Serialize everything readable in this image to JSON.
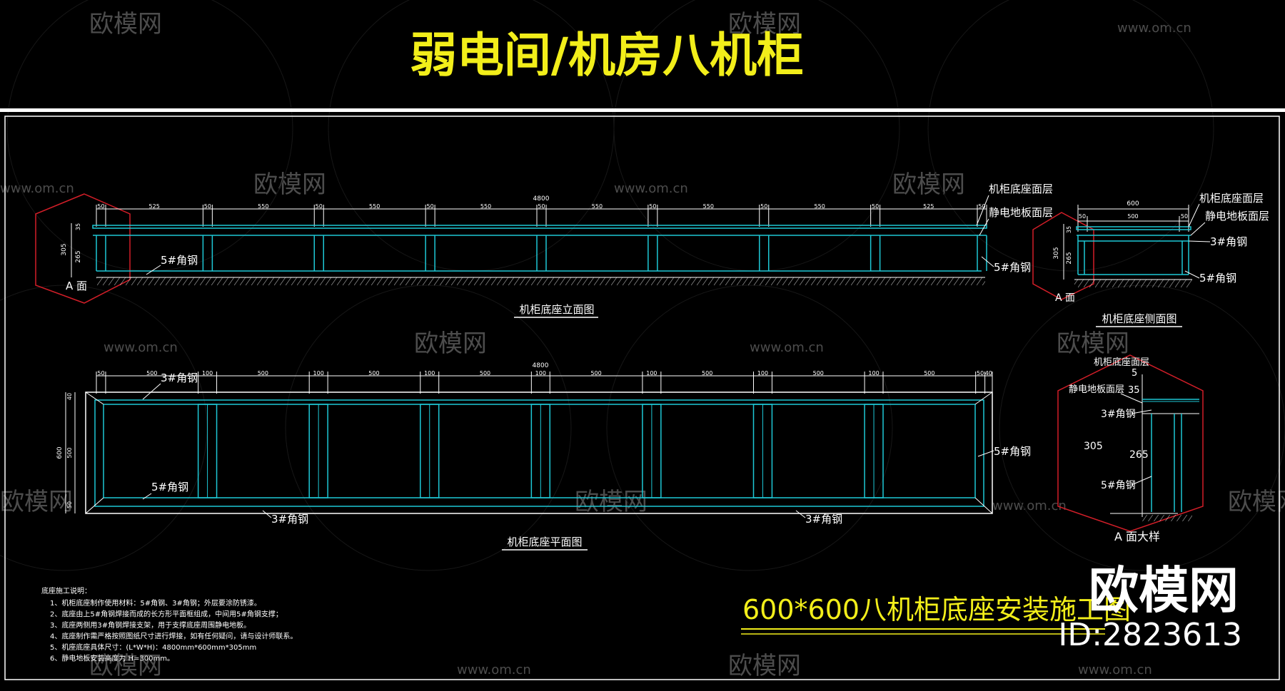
{
  "title": "弱电间/机房八机柜",
  "subtitle": "600*600八机柜底座安装施工图",
  "brand": {
    "logo_text": "欧模网",
    "id_text": "ID:2823613"
  },
  "watermark": {
    "text": "欧模网",
    "url": "www.om.cn"
  },
  "colors": {
    "frame": "#1ec8d6",
    "text": "#ffffff",
    "title": "#f2ee1a",
    "hatch": "#ffffff",
    "red": "#d21e28"
  },
  "elevation": {
    "caption": "机柜底座立面图",
    "total_dim": "4800",
    "segment_dims": [
      "50",
      "525",
      "50",
      "550",
      "50",
      "550",
      "50",
      "550",
      "50",
      "550",
      "50",
      "550",
      "50",
      "550",
      "50",
      "525",
      "50"
    ],
    "left_dims": [
      "305",
      "35",
      "265"
    ],
    "labels": {
      "top_layer": "机柜底座面层",
      "floor_layer": "静电地板面层",
      "steel5_left": "5#角钢",
      "steel5_right": "5#角钢",
      "a_mark": "A 面"
    }
  },
  "side": {
    "caption": "机柜底座侧面图",
    "total_dim": "600",
    "segment_dims": [
      "50",
      "500",
      "50"
    ],
    "left_dims": [
      "305",
      "35",
      "265"
    ],
    "labels": {
      "top_layer": "机柜底座面层",
      "floor_layer": "静电地板面层",
      "steel3": "3#角钢",
      "steel5": "5#角钢",
      "a_mark": "A 面"
    }
  },
  "plan": {
    "caption": "机柜底座平面图",
    "total_dim": "4800",
    "segment_dims": [
      "50",
      "500",
      "100",
      "500",
      "100",
      "500",
      "100",
      "500",
      "100",
      "500",
      "100",
      "500",
      "100",
      "500",
      "100",
      "500",
      "50",
      "40"
    ],
    "left_dims": [
      "600",
      "40",
      "500",
      "50"
    ],
    "labels": {
      "steel3_top": "3#角钢",
      "steel5_left": "5#角钢",
      "steel5_right": "5#角钢",
      "steel3_bottom_left": "3#角钢",
      "steel3_bottom_right": "3#角钢"
    }
  },
  "detail": {
    "caption": "A 面大样",
    "labels": {
      "top_layer": "机柜底座面层",
      "floor_layer": "静电地板面层",
      "steel3": "3#角钢",
      "steel5": "5#角钢"
    },
    "dims": {
      "d5": "5",
      "d35": "35",
      "d305": "305",
      "d265": "265"
    }
  },
  "notes": {
    "heading": "底座施工说明：",
    "items": [
      "1、机柜底座制作使用材料：5#角钢、3#角钢；外层要涂防锈漆。",
      "2、底座由上5#角钢焊接而成的长方形平面框组成，中间用5#角钢支撑；",
      "3、底座两侧用3#角钢焊接支架，用于支撑底座周围静电地板。",
      "4、底座制作需严格按照图纸尺寸进行焊接，如有任何疑问，请与设计师联系。",
      "5、机座底座具体尺寸：(L*W*H)：4800mm*600mm*305mm",
      "6、静电地板安装高度为 H=300mm。"
    ]
  }
}
